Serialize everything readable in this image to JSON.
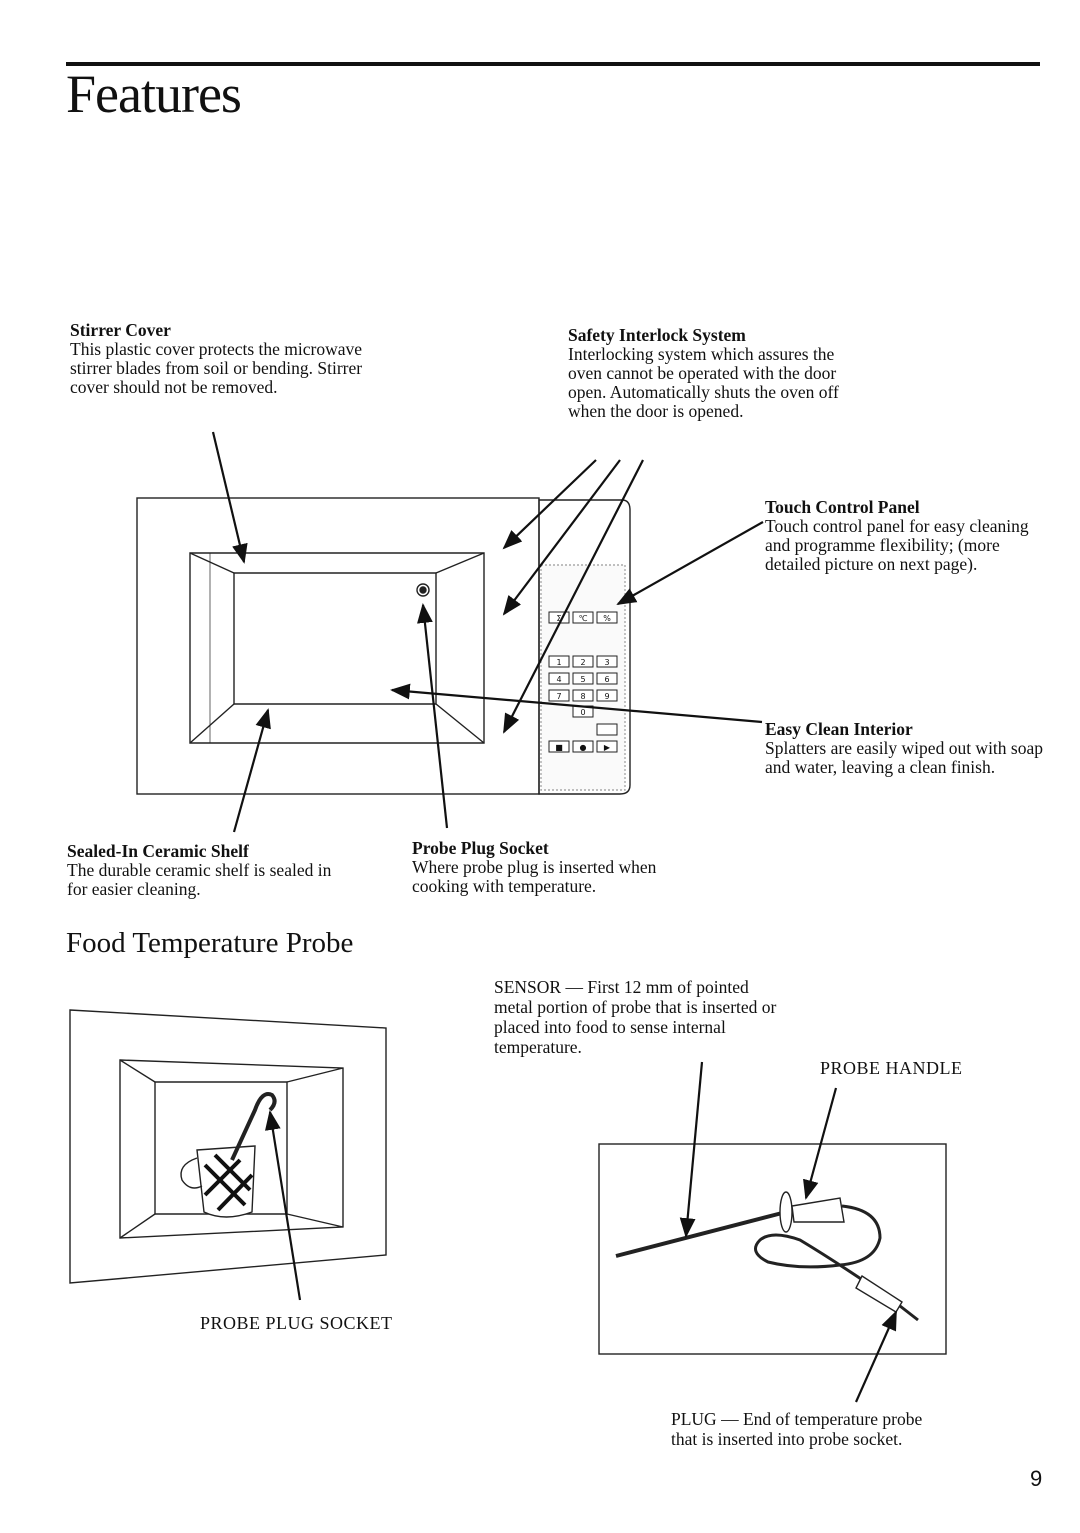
{
  "page": {
    "title": "Features",
    "section_title": "Food Temperature Probe",
    "page_number": "9"
  },
  "callouts": {
    "stirrer_cover": {
      "heading": "Stirrer Cover",
      "desc": "This plastic cover protects the microwave stirrer blades from soil or bending. Stirrer cover should not be removed."
    },
    "safety_interlock": {
      "heading": "Safety Interlock System",
      "desc": "Interlocking system which assures the oven cannot be operated with the door open. Automatically shuts the oven off when the door is opened."
    },
    "touch_control": {
      "heading": "Touch Control Panel",
      "desc": "Touch control panel for easy cleaning and programme flexibility; (more detailed picture on next page)."
    },
    "easy_clean": {
      "heading": "Easy Clean Interior",
      "desc": "Splatters are easily wiped out with soap and water, leaving a clean finish."
    },
    "ceramic_shelf": {
      "heading": "Sealed-In Ceramic Shelf",
      "desc": "The durable ceramic shelf is sealed in for easier cleaning."
    },
    "probe_socket": {
      "heading": "Probe Plug Socket",
      "desc": "Where probe plug is inserted when cooking with temperature."
    }
  },
  "probe": {
    "sensor_text": "SENSOR — First 12 mm of pointed metal portion of probe that is inserted or placed into food to sense internal temperature.",
    "handle_label": "PROBE HANDLE",
    "socket_label": "PROBE PLUG SOCKET",
    "plug_text": "PLUG — End of temperature probe that is inserted into probe socket."
  },
  "keypad": {
    "top_row": [
      "Σ",
      "℃",
      "%"
    ],
    "digits": [
      "1",
      "2",
      "3",
      "4",
      "5",
      "6",
      "7",
      "8",
      "9"
    ],
    "zero": "0",
    "bottom_row": [
      "■",
      "●",
      "▶"
    ]
  }
}
